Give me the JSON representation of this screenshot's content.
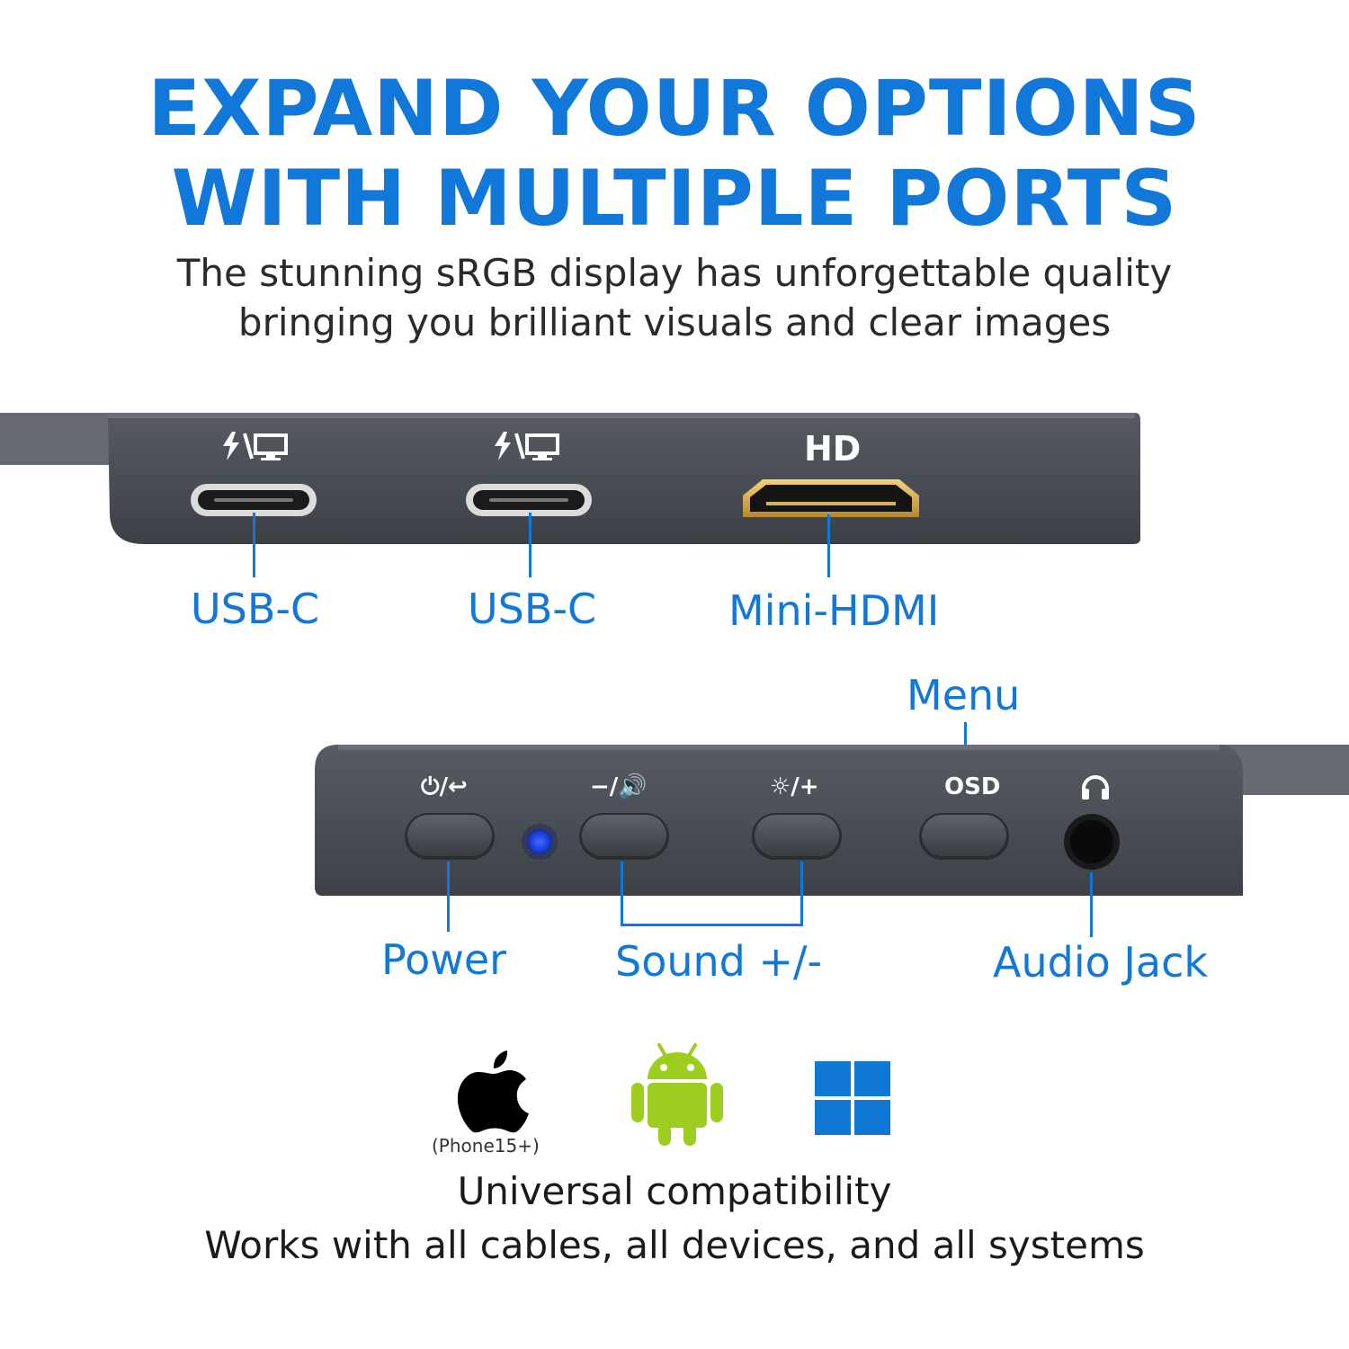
{
  "header": {
    "title_line1": "EXPAND YOUR OPTIONS",
    "title_line2": "WITH MULTIPLE PORTS",
    "subtitle_line1": "The stunning sRGB display has unforgettable quality",
    "subtitle_line2": "bringing you brilliant visuals and clear images"
  },
  "top_panel": {
    "ports": [
      {
        "label": "USB-C",
        "icon": "power-display-icon"
      },
      {
        "label": "USB-C",
        "icon": "power-display-icon"
      },
      {
        "label": "Mini-HDMI",
        "icon_text": "HD"
      }
    ]
  },
  "bottom_panel": {
    "menu_label": "Menu",
    "buttons": [
      {
        "symbol": "⏻/↩",
        "label": "Power"
      },
      {
        "symbol": "−/🔊",
        "label": ""
      },
      {
        "symbol": "☼/+",
        "label": ""
      },
      {
        "symbol": "OSD",
        "label": ""
      }
    ],
    "sound_label": "Sound +/-",
    "audio_label": "Audio Jack"
  },
  "compatibility": {
    "apple_note": "(Phone15+)",
    "line1": "Universal compatibility",
    "line2": "Works with all cables, all devices, and all systems"
  },
  "colors": {
    "accent": "#1177d8",
    "panel": "#4b5057",
    "android": "#9ccd1f",
    "windows": "#0f78d4",
    "led": "#1d4fe8"
  }
}
